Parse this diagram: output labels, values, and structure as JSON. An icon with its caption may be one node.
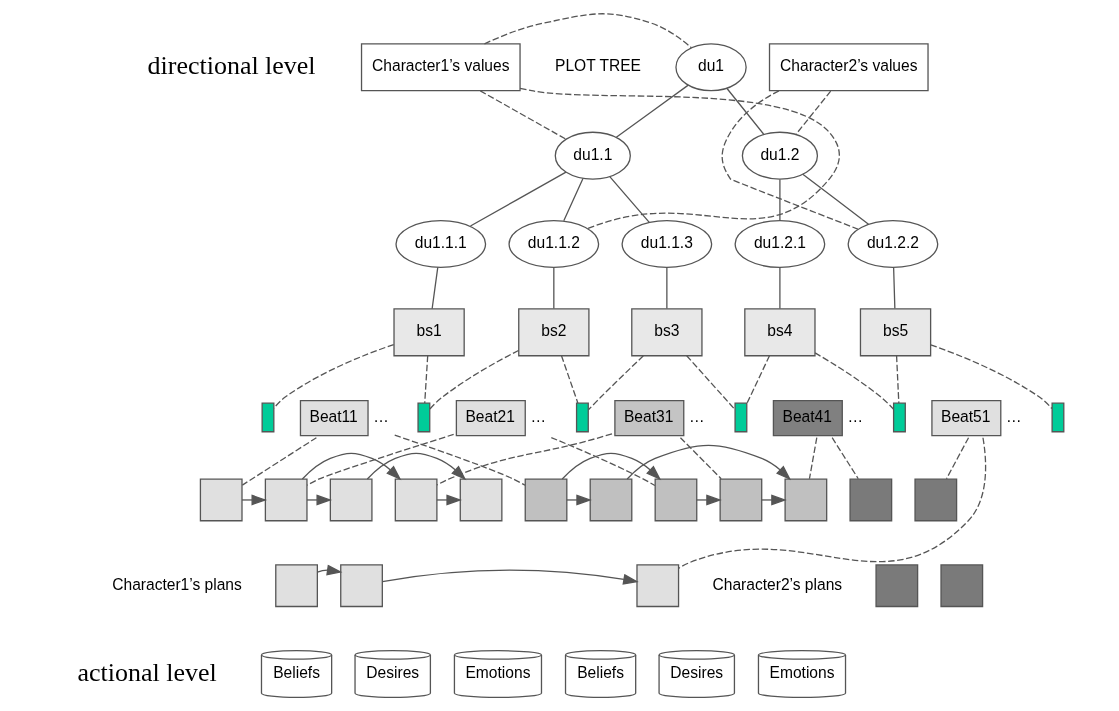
{
  "diagram": {
    "nodes": [
      {
        "text": [
          "Character1’s values"
        ]
      },
      {
        "text": [
          "Character2’s values"
        ]
      },
      {
        "text": [
          "du1"
        ]
      },
      {
        "text": [
          "du1.1"
        ]
      },
      {
        "text": [
          "du1.2"
        ]
      },
      {
        "text": [
          "du1.1.1"
        ]
      },
      {
        "text": [
          "du1.1.2"
        ]
      },
      {
        "text": [
          "du1.1.3"
        ]
      },
      {
        "text": [
          "du1.2.1"
        ]
      },
      {
        "text": [
          "du1.2.2"
        ]
      },
      {
        "text": [
          "bs1"
        ]
      },
      {
        "text": [
          "bs2"
        ]
      },
      {
        "text": [
          "bs3"
        ]
      },
      {
        "text": [
          "bs4"
        ]
      },
      {
        "text": [
          "bs5"
        ]
      },
      {
        "text": [],
        "shape": "bar"
      },
      {
        "text": [],
        "shape": "bar"
      },
      {
        "text": [],
        "shape": "bar"
      },
      {
        "text": [],
        "shape": "bar"
      },
      {
        "text": [],
        "shape": "bar"
      },
      {
        "text": [],
        "shape": "bar"
      },
      {
        "text": [
          "Beat11"
        ],
        "beside": [
          "…"
        ]
      },
      {
        "text": [
          "Beat21"
        ],
        "beside": [
          "…"
        ]
      },
      {
        "text": [
          "Beat31"
        ],
        "beside": [
          "…"
        ]
      },
      {
        "text": [
          "Beat41"
        ],
        "beside": [
          "…"
        ]
      },
      {
        "text": [
          "Beat51"
        ],
        "beside": [
          "…"
        ]
      },
      {
        "text": [],
        "shape": "box"
      },
      {
        "text": [],
        "shape": "box"
      },
      {
        "text": [],
        "shape": "box"
      },
      {
        "text": [],
        "shape": "box"
      },
      {
        "text": [],
        "shape": "box"
      },
      {
        "text": [],
        "shape": "box"
      },
      {
        "text": [],
        "shape": "box"
      },
      {
        "text": [],
        "shape": "box"
      },
      {
        "text": [],
        "shape": "box"
      },
      {
        "text": [],
        "shape": "box"
      },
      {
        "text": [],
        "shape": "box"
      },
      {
        "text": [],
        "shape": "box"
      },
      {
        "text": [],
        "shape": "box"
      },
      {
        "text": [],
        "shape": "box"
      },
      {
        "text": [],
        "shape": "box"
      },
      {
        "text": [],
        "shape": "box"
      },
      {
        "text": [],
        "shape": "box"
      },
      {
        "text": [
          "Beliefs"
        ]
      },
      {
        "text": [
          "Desires"
        ]
      },
      {
        "text": [
          "Emotions"
        ]
      },
      {
        "text": [
          "Beliefs"
        ]
      },
      {
        "text": [
          "Desires"
        ]
      },
      {
        "text": [
          "Emotions"
        ]
      }
    ],
    "edges": [
      {
        "from": 0,
        "to": 2,
        "arrow": "none",
        "style": "dashed"
      },
      {
        "from": 0,
        "to": 3,
        "arrow": "none",
        "style": "dashed"
      },
      {
        "from": 0,
        "to": 6,
        "arrow": "none",
        "style": "dashed"
      },
      {
        "from": 1,
        "to": 4,
        "arrow": "none",
        "style": "dashed"
      },
      {
        "from": 1,
        "to": 9,
        "arrow": "none",
        "style": "dashed"
      },
      {
        "from": 2,
        "to": 3,
        "arrow": "none"
      },
      {
        "from": 2,
        "to": 4,
        "arrow": "none"
      },
      {
        "from": 3,
        "to": 5,
        "arrow": "none"
      },
      {
        "from": 3,
        "to": 6,
        "arrow": "none"
      },
      {
        "from": 3,
        "to": 7,
        "arrow": "none"
      },
      {
        "from": 4,
        "to": 8,
        "arrow": "none"
      },
      {
        "from": 4,
        "to": 9,
        "arrow": "none"
      },
      {
        "from": 5,
        "to": 10,
        "arrow": "none"
      },
      {
        "from": 6,
        "to": 11,
        "arrow": "none"
      },
      {
        "from": 7,
        "to": 12,
        "arrow": "none"
      },
      {
        "from": 8,
        "to": 13,
        "arrow": "none"
      },
      {
        "from": 9,
        "to": 14,
        "arrow": "none"
      },
      {
        "from": 10,
        "to": 15,
        "arrow": "none",
        "style": "dashed"
      },
      {
        "from": 10,
        "to": 16,
        "arrow": "none",
        "style": "dashed"
      },
      {
        "from": 11,
        "to": 16,
        "arrow": "none",
        "style": "dashed"
      },
      {
        "from": 11,
        "to": 17,
        "arrow": "none",
        "style": "dashed"
      },
      {
        "from": 12,
        "to": 17,
        "arrow": "none",
        "style": "dashed"
      },
      {
        "from": 12,
        "to": 18,
        "arrow": "none",
        "style": "dashed"
      },
      {
        "from": 13,
        "to": 18,
        "arrow": "none",
        "style": "dashed"
      },
      {
        "from": 13,
        "to": 19,
        "arrow": "none",
        "style": "dashed"
      },
      {
        "from": 14,
        "to": 19,
        "arrow": "none",
        "style": "dashed"
      },
      {
        "from": 14,
        "to": 20,
        "arrow": "none",
        "style": "dashed"
      },
      {
        "from": 21,
        "to": 26,
        "arrow": "none",
        "style": "dashed"
      },
      {
        "from": 21,
        "to": 34,
        "arrow": "none",
        "style": "dashed"
      },
      {
        "from": 22,
        "to": 27,
        "arrow": "none",
        "style": "dashed"
      },
      {
        "from": 22,
        "to": 35,
        "arrow": "none",
        "style": "dashed"
      },
      {
        "from": 23,
        "to": 36,
        "arrow": "none",
        "style": "dashed"
      },
      {
        "from": 23,
        "to": 28,
        "arrow": "none",
        "style": "dashed"
      },
      {
        "from": 24,
        "to": 39,
        "arrow": "none",
        "style": "dashed"
      },
      {
        "from": 24,
        "to": 38,
        "arrow": "none",
        "style": "dashed"
      },
      {
        "from": 25,
        "to": 33,
        "arrow": "none",
        "style": "dashed"
      },
      {
        "from": 25,
        "to": 40,
        "arrow": "none",
        "style": "dashed"
      },
      {
        "from": 26,
        "to": 27,
        "arrow": "to"
      },
      {
        "from": 27,
        "to": 28,
        "arrow": "to"
      },
      {
        "from": 27,
        "to": 29,
        "arrow": "to"
      },
      {
        "from": 28,
        "to": 30,
        "arrow": "to"
      },
      {
        "from": 29,
        "to": 30,
        "arrow": "to"
      },
      {
        "from": 31,
        "to": 32,
        "arrow": "to"
      },
      {
        "from": 32,
        "to": 33,
        "arrow": "to"
      },
      {
        "from": 34,
        "to": 35,
        "arrow": "to"
      },
      {
        "from": 34,
        "to": 37,
        "arrow": "to"
      },
      {
        "from": 35,
        "to": 36,
        "arrow": "to"
      },
      {
        "from": 36,
        "to": 38,
        "arrow": "to"
      },
      {
        "from": 37,
        "to": 38,
        "arrow": "to"
      }
    ],
    "labels": [
      "directional level",
      "PLOT TREE",
      "Character1’s plans",
      "Character2’s plans",
      "actional level"
    ]
  }
}
